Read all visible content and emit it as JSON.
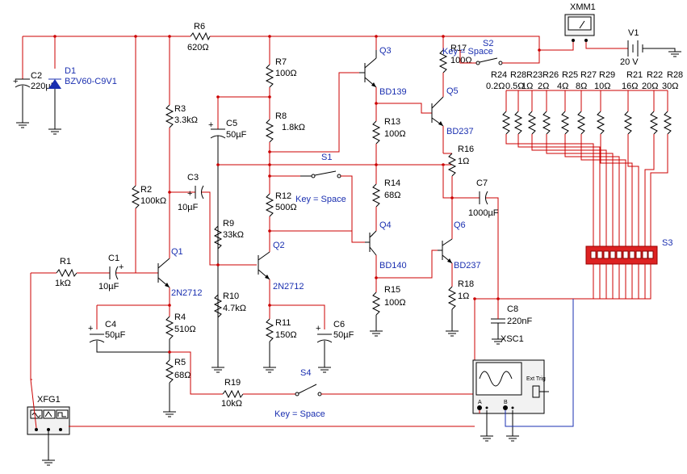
{
  "components": {
    "R1": {
      "ref": "R1",
      "val": "1kΩ"
    },
    "R2": {
      "ref": "R2",
      "val": "100kΩ"
    },
    "R3": {
      "ref": "R3",
      "val": "3.3kΩ"
    },
    "R4": {
      "ref": "R4",
      "val": "510Ω"
    },
    "R5": {
      "ref": "R5",
      "val": "68Ω"
    },
    "R6": {
      "ref": "R6",
      "val": "620Ω"
    },
    "R7": {
      "ref": "R7",
      "val": "100Ω"
    },
    "R8": {
      "ref": "R8",
      "val": "1.8kΩ"
    },
    "R9": {
      "ref": "R9",
      "val": "33kΩ"
    },
    "R10": {
      "ref": "R10",
      "val": "4.7kΩ"
    },
    "R11": {
      "ref": "R11",
      "val": "150Ω"
    },
    "R12": {
      "ref": "R12",
      "val": "500Ω"
    },
    "R13": {
      "ref": "R13",
      "val": "100Ω"
    },
    "R14": {
      "ref": "R14",
      "val": "68Ω"
    },
    "R15": {
      "ref": "R15",
      "val": "100Ω"
    },
    "R16": {
      "ref": "R16",
      "val": "1Ω"
    },
    "R17": {
      "ref": "R17",
      "val": "100Ω"
    },
    "R18": {
      "ref": "R18",
      "val": "1Ω"
    },
    "R19": {
      "ref": "R19",
      "val": "10kΩ"
    },
    "C1": {
      "ref": "C1",
      "val": "10µF"
    },
    "C2": {
      "ref": "C2",
      "val": "220µF"
    },
    "C3": {
      "ref": "C3",
      "val": "10µF"
    },
    "C4": {
      "ref": "C4",
      "val": "50µF"
    },
    "C5": {
      "ref": "C5",
      "val": "50µF"
    },
    "C6": {
      "ref": "C6",
      "val": "50µF"
    },
    "C7": {
      "ref": "C7",
      "val": "1000µF"
    },
    "C8": {
      "ref": "C8",
      "val": "220nF"
    },
    "D1": {
      "ref": "D1",
      "val": "BZV60-C9V1"
    },
    "Q1": {
      "ref": "Q1",
      "val": "2N2712"
    },
    "Q2": {
      "ref": "Q2",
      "val": "2N2712"
    },
    "Q3": {
      "ref": "Q3",
      "val": "BD139"
    },
    "Q4": {
      "ref": "Q4",
      "val": "BD140"
    },
    "Q5": {
      "ref": "Q5",
      "val": "BD237"
    },
    "Q6": {
      "ref": "Q6",
      "val": "BD237"
    },
    "V1": {
      "ref": "V1",
      "val": "20 V"
    },
    "XMM1": {
      "ref": "XMM1"
    },
    "XFG1": {
      "ref": "XFG1"
    },
    "XSC1": {
      "ref": "XSC1"
    },
    "S1": {
      "ref": "S1",
      "key": "Key = Space"
    },
    "S2": {
      "ref": "S2",
      "key": "Key = Space"
    },
    "S3": {
      "ref": "S3"
    },
    "S4": {
      "ref": "S4",
      "key": "Key = Space"
    }
  },
  "load_bank": [
    {
      "ref": "R24",
      "val": "0.2Ω"
    },
    {
      "ref": "R28",
      "val": "0.5Ω"
    },
    {
      "ref": "R23",
      "val": "1Ω"
    },
    {
      "ref": "R26",
      "val": "2Ω"
    },
    {
      "ref": "R25",
      "val": "4Ω"
    },
    {
      "ref": "R27",
      "val": "8Ω"
    },
    {
      "ref": "R29",
      "val": "10Ω"
    },
    {
      "ref": "R21",
      "val": "16Ω"
    },
    {
      "ref": "R22",
      "val": "20Ω"
    },
    {
      "ref": "R28",
      "val": "30Ω"
    }
  ],
  "scope": {
    "ext_trig": "Ext Trig",
    "ch_a": "A",
    "ch_b": "B"
  }
}
